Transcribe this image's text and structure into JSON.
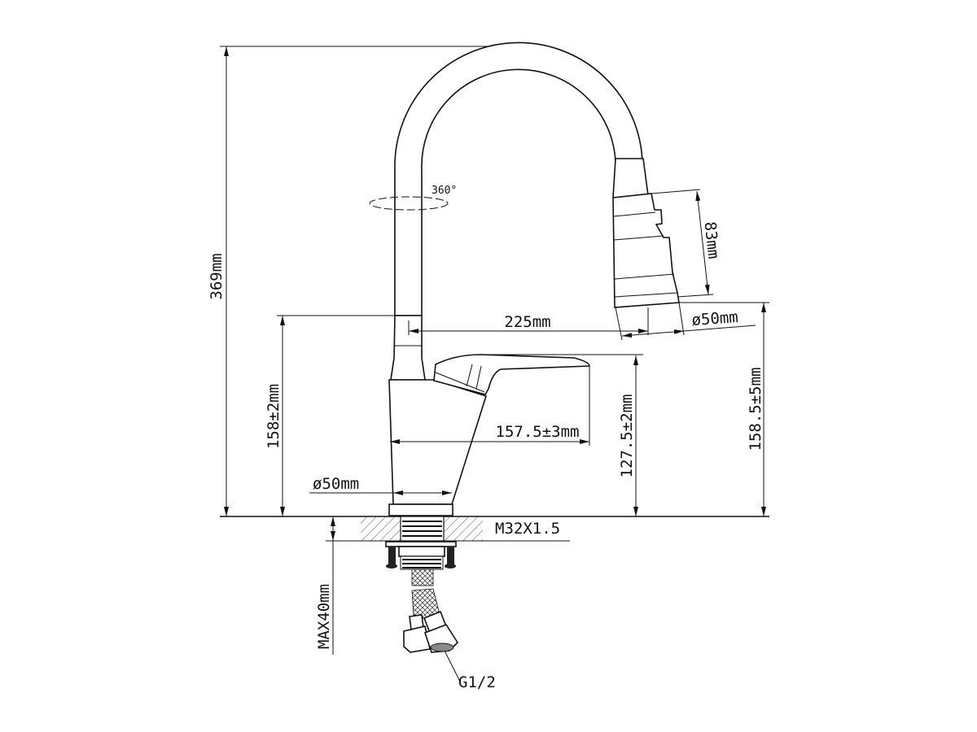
{
  "drawing": {
    "title": "Kitchen faucet dimension drawing",
    "rotation_label": "360°",
    "dimensions": {
      "total_height": "369mm",
      "spout_base_height": "158±2mm",
      "spout_reach": "225mm",
      "spray_head_diameter": "ø50mm",
      "spray_head_length": "83mm",
      "outlet_height": "158.5±5mm",
      "lever_height": "127.5±2mm",
      "lever_reach": "157.5±3mm",
      "base_diameter": "ø50mm",
      "mount_thread": "M32X1.5",
      "max_counter_thickness": "MAX40mm",
      "hose_connection": "G1/2"
    },
    "colors": {
      "line": "#111111",
      "background": "#ffffff"
    }
  }
}
